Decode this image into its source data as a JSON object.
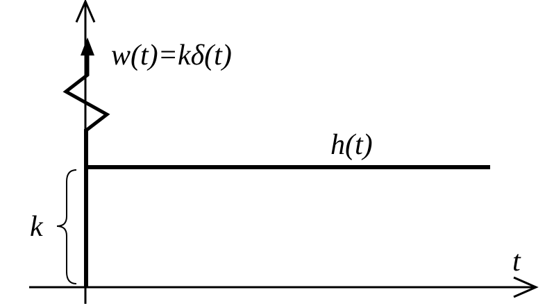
{
  "diagram": {
    "impulse_label": "w(t)=kδ(t)",
    "response_label": "h(t)",
    "axis_label_t": "t",
    "level_label": "k"
  }
}
